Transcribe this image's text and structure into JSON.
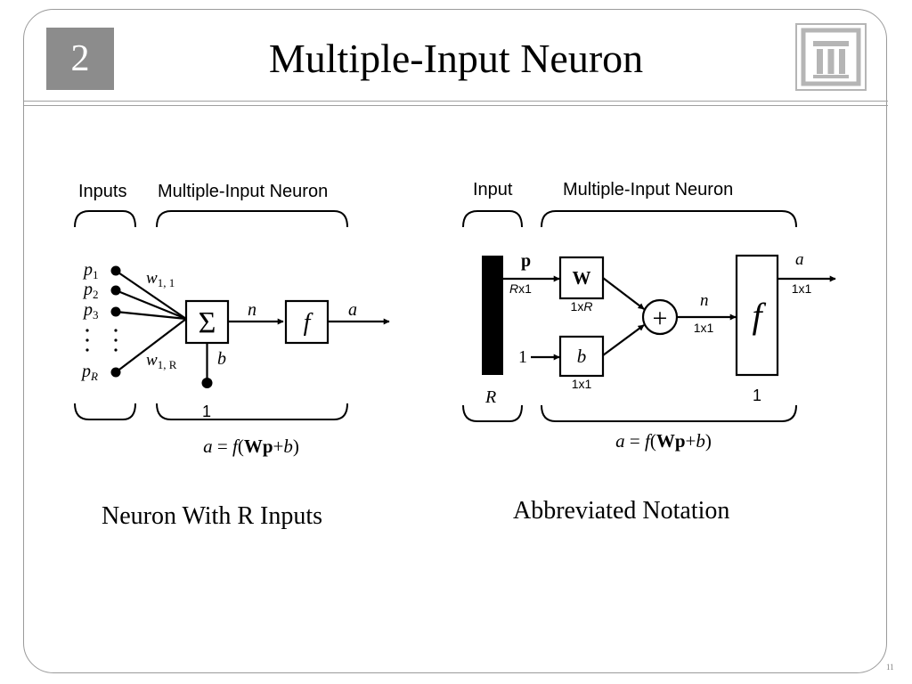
{
  "header": {
    "chapter_number": "2",
    "title": "Multiple-Input Neuron",
    "logo_icon": "columns-logo-icon"
  },
  "left_diagram": {
    "inputs_label": "Inputs",
    "neuron_label": "Multiple-Input Neuron",
    "input_symbol": "p",
    "input_subscripts": [
      "1",
      "2",
      "3",
      "R"
    ],
    "weight_first_symbol": "w",
    "weight_first_subscript": "1, 1",
    "weight_last_symbol": "w",
    "weight_last_subscript": "1, R",
    "sum_symbol": "Σ",
    "net_input": "n",
    "transfer": "f",
    "output": "a",
    "bias": "b",
    "bias_input": "1",
    "equation": {
      "lhs": "a",
      "eq": " = ",
      "fn": "f",
      "open": "(",
      "wp": "Wp",
      "plus": "+",
      "b": "b",
      "close": ")"
    }
  },
  "right_diagram": {
    "input_label": "Input",
    "neuron_label": "Multiple-Input Neuron",
    "input_vector": "p",
    "input_dim_rows": "R",
    "input_dim_rest": "x1",
    "weight_matrix": "W",
    "weight_dim_pre": "1x",
    "weight_dim_var": "R",
    "bias_input": "1",
    "bias": "b",
    "bias_dim": "1x1",
    "sum_symbol": "+",
    "net_input": "n",
    "net_dim": "1x1",
    "transfer": "f",
    "transfer_size": "1",
    "output": "a",
    "output_dim": "1x1",
    "input_size": "R",
    "equation": {
      "lhs": "a",
      "eq": " = ",
      "fn": "f",
      "open": "(",
      "wp": "Wp",
      "plus": "+",
      "b": "b",
      "close": ")"
    }
  },
  "captions": {
    "left": "Neuron With R Inputs",
    "right": "Abbreviated Notation"
  },
  "page_number": "11"
}
